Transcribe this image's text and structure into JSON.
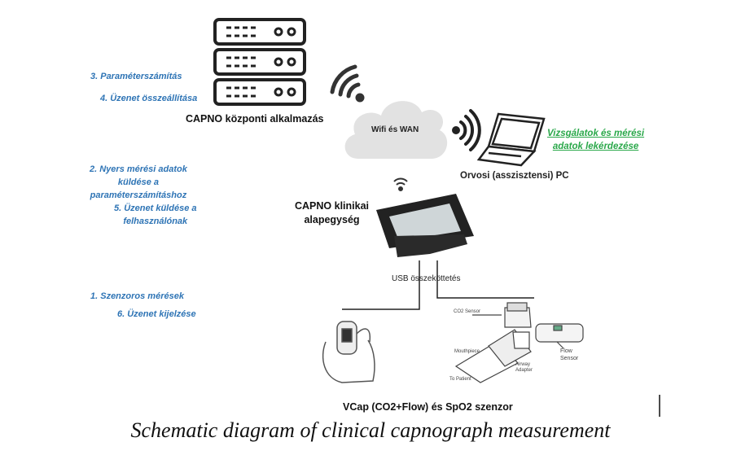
{
  "labels": {
    "step3": "3. Paraméterszámítás",
    "step4": "4. Üzenet összeállítása",
    "step2_l1": "2. Nyers mérési adatok",
    "step2_l2": "küldése a",
    "step2_l3": "paraméterszámításhoz",
    "step5_l1": "5. Üzenet küldése a",
    "step5_l2": "felhasználónak",
    "step1": "1. Szenzoros mérések",
    "step6": "6. Üzenet kijelzése",
    "server": "CAPNO központi alkalmazás",
    "cloud": "Wifi és  WAN",
    "pc": "Orvosi (asszisztensi) PC",
    "query_l1": "Vizsgálatok és mérési",
    "query_l2": "adatok lekérdezése",
    "unit_l1": "CAPNO klinikai",
    "unit_l2": "alapegység",
    "usb": "USB összeköttetés",
    "sensor": "VCap (CO2+Flow) és SpO2 szenzor",
    "co2_sensor": "CO2 Sensor",
    "mouthpiece": "Mouthpiece",
    "airway": "Airway Adapter",
    "to_patient": "To Patient",
    "flow_sensor": "Flow Sensor"
  },
  "caption": "Schematic diagram of clinical capnograph measurement",
  "colors": {
    "step_text": "#2e74b5",
    "link_text": "#2aa84a"
  }
}
